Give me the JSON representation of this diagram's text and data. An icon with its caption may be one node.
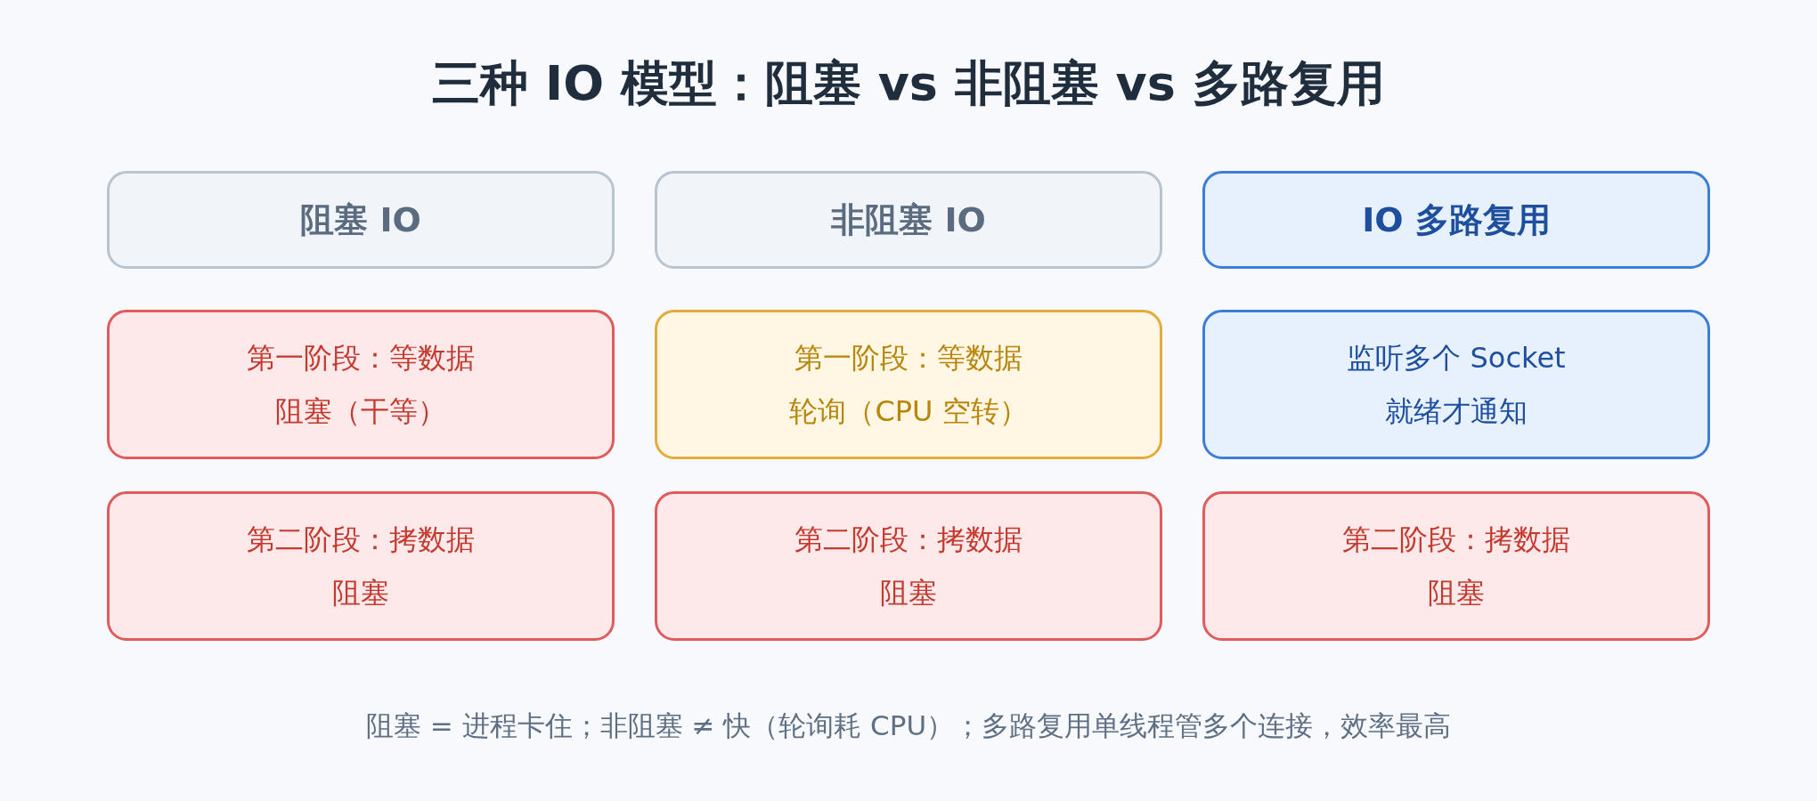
{
  "diagram": {
    "title": "三种 IO 模型：阻塞 vs 非阻塞 vs 多路复用",
    "nodes": [
      {
        "text": [
          "阻塞 IO"
        ]
      },
      {
        "text": [
          "非阻塞 IO"
        ]
      },
      {
        "text": [
          "IO 多路复用"
        ]
      },
      {
        "text": [
          "第一阶段：等数据",
          "阻塞（干等）"
        ]
      },
      {
        "text": [
          "第一阶段：等数据",
          "轮询（CPU 空转）"
        ]
      },
      {
        "text": [
          "监听多个 Socket",
          "就绪才通知"
        ]
      },
      {
        "text": [
          "第二阶段：拷数据",
          "阻塞"
        ]
      },
      {
        "text": [
          "第二阶段：拷数据",
          "阻塞"
        ]
      },
      {
        "text": [
          "第二阶段：拷数据",
          "阻塞"
        ]
      }
    ],
    "caption": "阻塞 = 进程卡住；非阻塞 ≠ 快（轮询耗 CPU）；多路复用单线程管多个连接，效率最高"
  }
}
